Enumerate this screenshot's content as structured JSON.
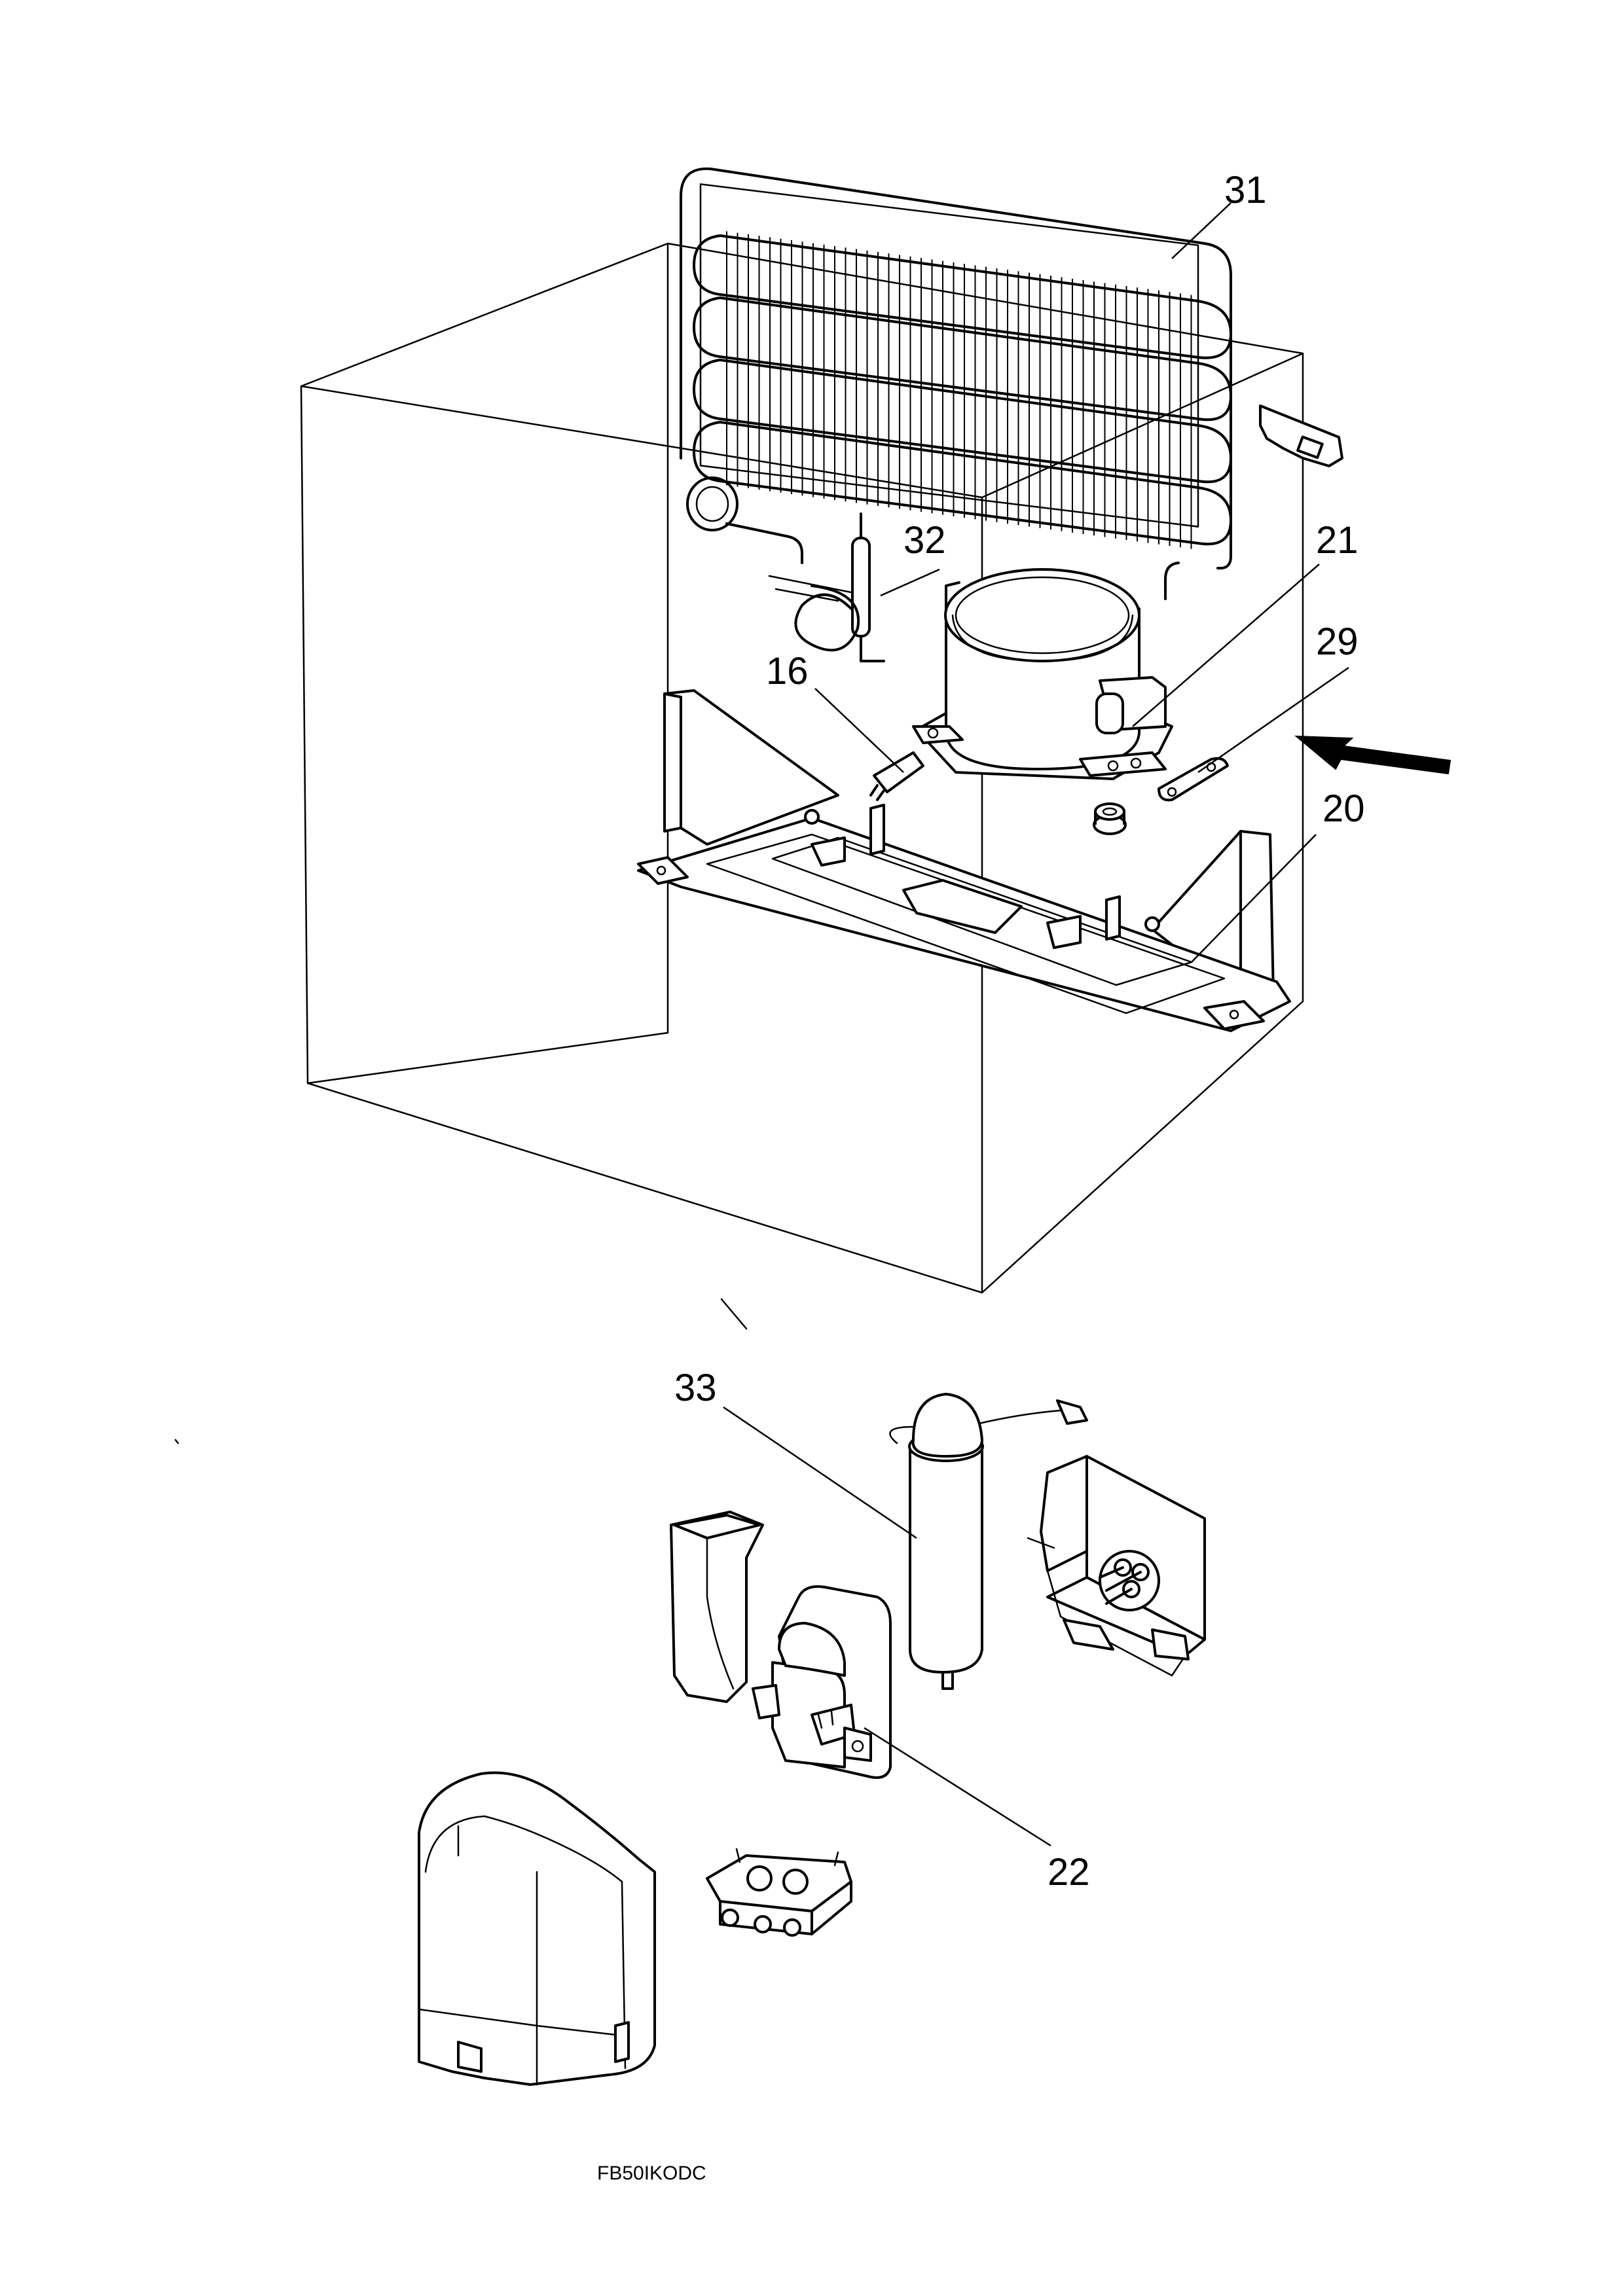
{
  "callouts": [
    {
      "id": "31",
      "label": "31"
    },
    {
      "id": "32",
      "label": "32"
    },
    {
      "id": "21",
      "label": "21"
    },
    {
      "id": "29",
      "label": "29"
    },
    {
      "id": "16",
      "label": "16"
    },
    {
      "id": "20",
      "label": "20"
    },
    {
      "id": "33",
      "label": "33"
    },
    {
      "id": "22",
      "label": "22"
    }
  ],
  "caption": "FB50IKODC"
}
